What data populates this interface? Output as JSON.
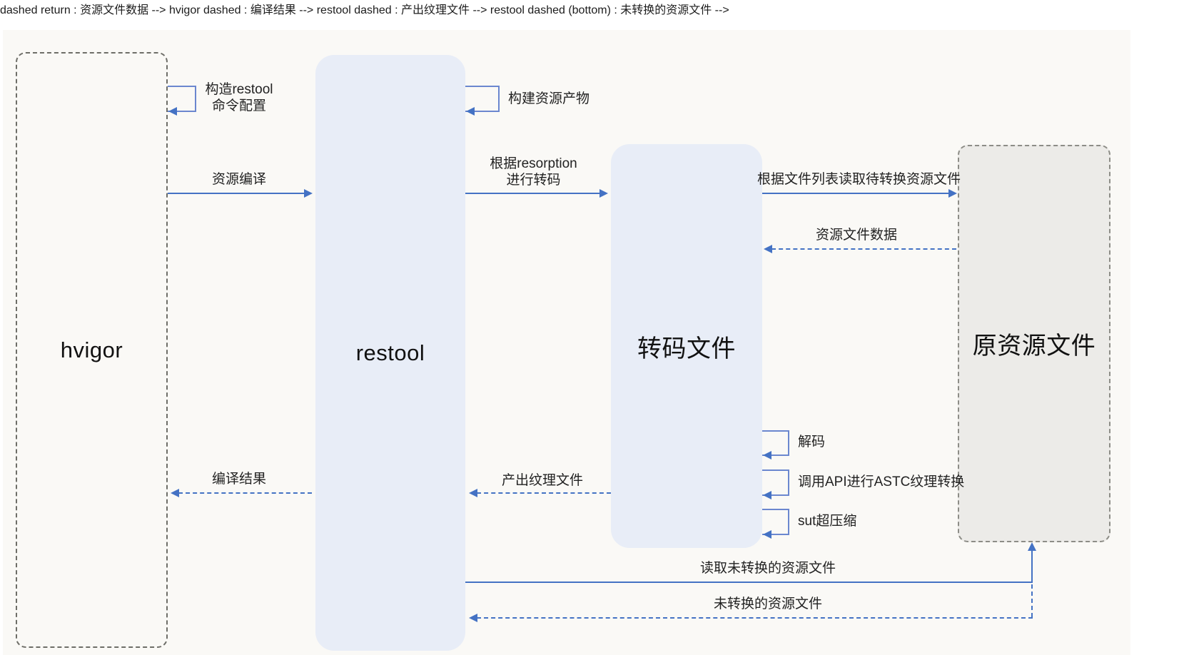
{
  "participants": {
    "hvigor": "hvigor",
    "restool": "restool",
    "transcode_file": "转码文件",
    "origin_resource_file": "原资源文件"
  },
  "messages": {
    "build_restool_config_line1": "构造restool",
    "build_restool_config_line2": "命令配置",
    "build_resource_artifact": "构建资源产物",
    "resource_compile": "资源编译",
    "transcode_by_resorption_line1": "根据resorption",
    "transcode_by_resorption_line2": "进行转码",
    "read_pending_convert_files": "根据文件列表读取待转换资源文件",
    "resource_file_data": "资源文件数据",
    "decode": "解码",
    "astc_texture_convert": "调用API进行ASTC纹理转换",
    "sut_super_compress": "sut超压缩",
    "compile_result": "编译结果",
    "output_texture_file": "产出纹理文件",
    "read_unconverted_files": "读取未转换的资源文件",
    "unconverted_files": "未转换的资源文件"
  },
  "colors": {
    "arrow_blue": "#4472c4",
    "loop_blue": "#6b87cf",
    "box_blue_fill": "#e8edf7",
    "box_gray_fill": "#ecebe8",
    "dashed_border_gray": "#6e6e68",
    "panel_background": "#faf9f6",
    "text": "#1c1c1c"
  }
}
